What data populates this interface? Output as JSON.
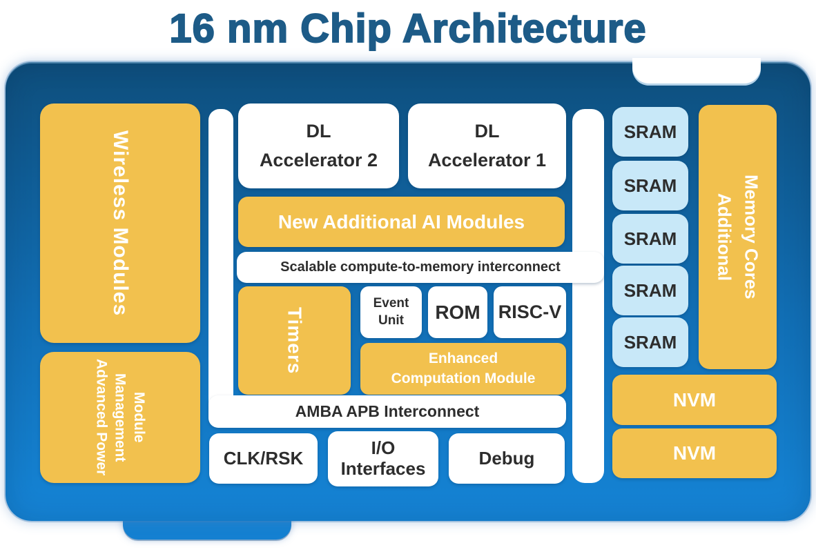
{
  "title": "16 nm Chip Architecture",
  "colors": {
    "chip-top": "#0e4e7c",
    "chip-mid": "#116eb4",
    "chip-bottom": "#1584d6",
    "accent-yellow": "#f2c14e",
    "sram-blue": "#c8e8f8",
    "title-blue": "#1d5b87",
    "text-dark": "#2d2d2d",
    "block-white": "#ffffff"
  },
  "blocks": {
    "wireless": "Wireless Modules",
    "apm": {
      "lines": [
        "Advanced Power",
        "Management",
        "Module"
      ]
    },
    "dl2": {
      "lines": [
        "DL",
        "Accelerator 2"
      ]
    },
    "dl1": {
      "lines": [
        "DL",
        "Accelerator 1"
      ]
    },
    "ai_modules": "New Additional AI Modules",
    "scalable_interconnect": "Scalable compute-to-memory interconnect",
    "timers": "Timers",
    "event_unit": {
      "lines": [
        "Event",
        "Unit"
      ]
    },
    "rom": "ROM",
    "riscv": "RISC-V",
    "ecm": {
      "lines": [
        "Enhanced",
        "Computation Module"
      ]
    },
    "amba": "AMBA APB Interconnect",
    "clk": "CLK/RSK",
    "io": {
      "lines": [
        "I/O",
        "Interfaces"
      ]
    },
    "debug": "Debug",
    "sram": [
      "SRAM",
      "SRAM",
      "SRAM",
      "SRAM",
      "SRAM"
    ],
    "amc": {
      "lines": [
        "Additional",
        "Memory Cores"
      ]
    },
    "nvm": [
      "NVM",
      "NVM"
    ]
  }
}
